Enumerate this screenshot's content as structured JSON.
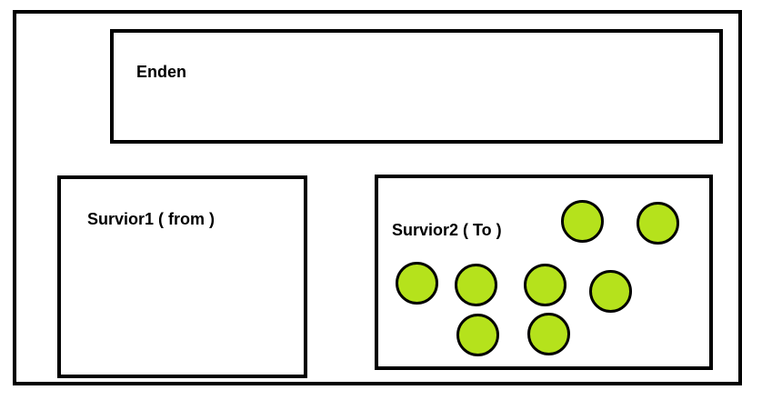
{
  "diagram": {
    "regions": {
      "eden": {
        "label": "Enden"
      },
      "survivor_from": {
        "label": "Survior1 ( from )"
      },
      "survivor_to": {
        "label": "Survior2 ( To )"
      }
    },
    "object_count": 8
  },
  "colors": {
    "stroke": "#000000",
    "background": "#ffffff",
    "object_fill": "#b5e21c"
  }
}
